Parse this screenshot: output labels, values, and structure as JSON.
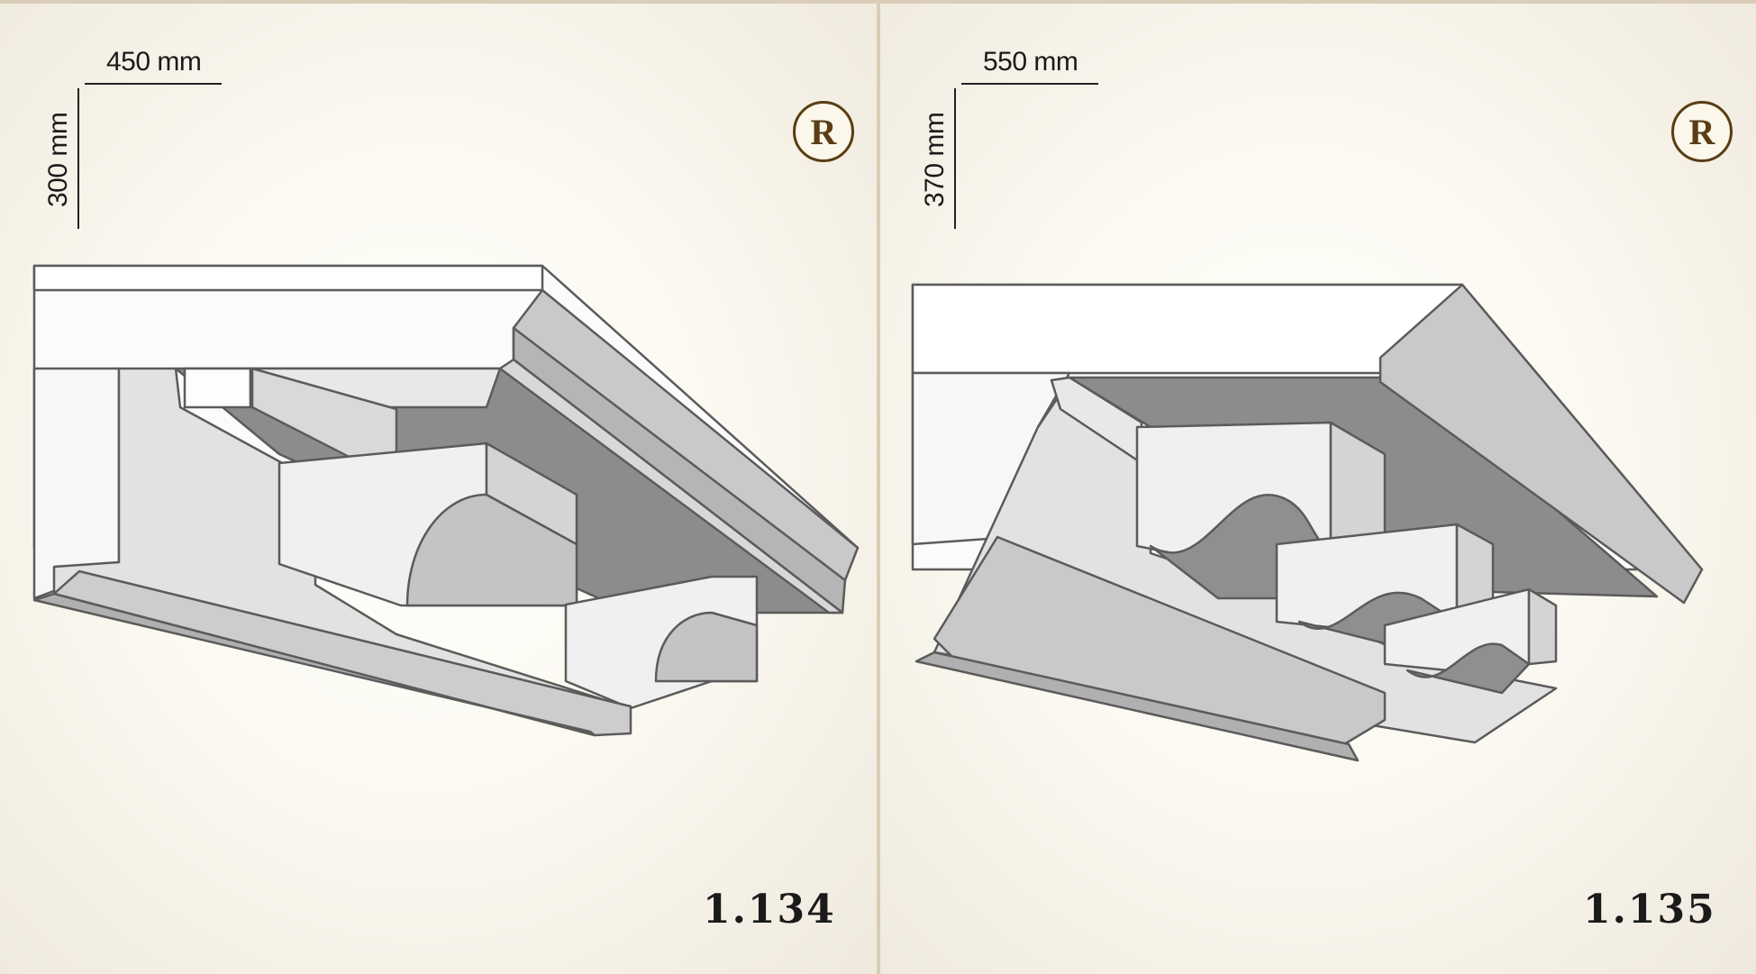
{
  "panels": [
    {
      "width_label": "450 mm",
      "height_label": "300 mm",
      "badge": "R",
      "code": "1.134"
    },
    {
      "width_label": "550 mm",
      "height_label": "370 mm",
      "badge": "R",
      "code": "1.135"
    }
  ],
  "colors": {
    "background": "#d9cdb8",
    "panel": "#fbf9f1",
    "badge": "#5a3d14",
    "face_light": "#f4f4f4",
    "face_mid": "#cfcfcf",
    "face_dark": "#8c8c8c"
  }
}
